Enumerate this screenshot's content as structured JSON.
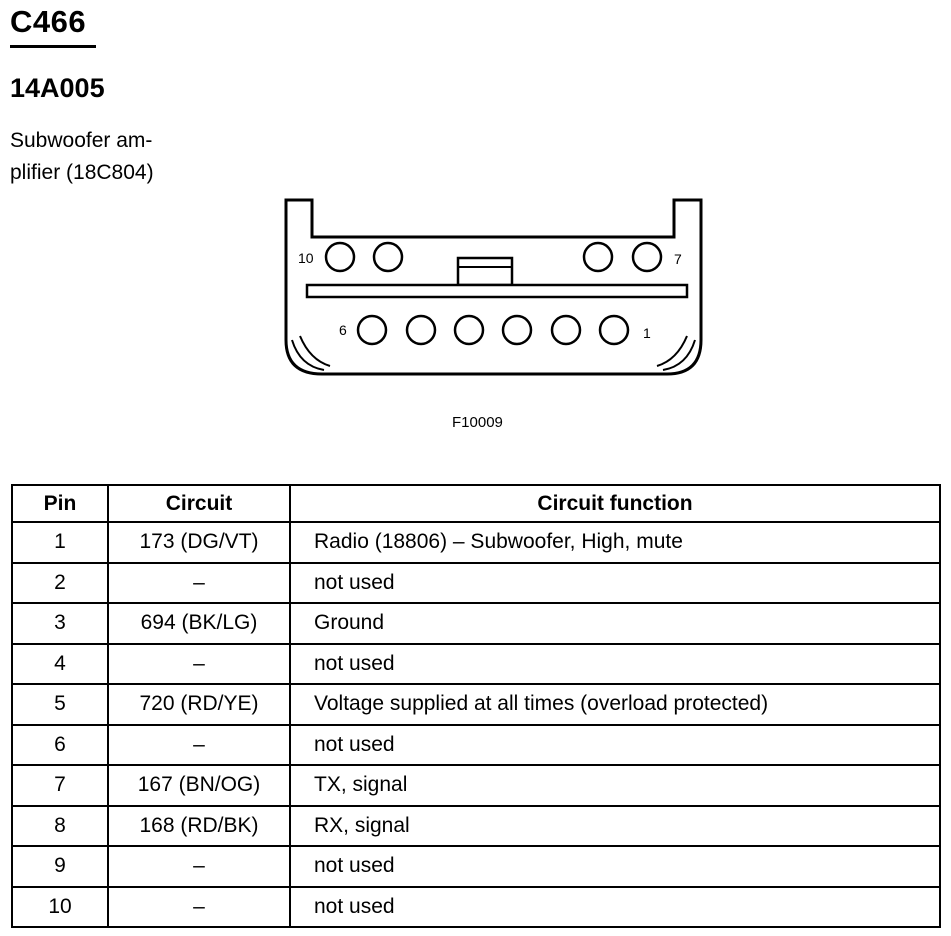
{
  "header": {
    "connector": "C466",
    "part_number": "14A005",
    "description_line1": "Subwoofer am-",
    "description_line2": "plifier (18C804)"
  },
  "diagram": {
    "pin_label_top_left": "10",
    "pin_label_top_right": "7",
    "pin_label_bottom_left": "6",
    "pin_label_bottom_right": "1",
    "figure_id": "F10009"
  },
  "table": {
    "headers": [
      "Pin",
      "Circuit",
      "Circuit function"
    ],
    "rows": [
      {
        "pin": "1",
        "circuit": "173 (DG/VT)",
        "function": "Radio (18806) – Subwoofer, High, mute"
      },
      {
        "pin": "2",
        "circuit": "–",
        "function": "not used"
      },
      {
        "pin": "3",
        "circuit": "694 (BK/LG)",
        "function": "Ground"
      },
      {
        "pin": "4",
        "circuit": "–",
        "function": "not used"
      },
      {
        "pin": "5",
        "circuit": "720 (RD/YE)",
        "function": "Voltage supplied at all times (overload protected)"
      },
      {
        "pin": "6",
        "circuit": "–",
        "function": "not used"
      },
      {
        "pin": "7",
        "circuit": "167 (BN/OG)",
        "function": "TX, signal"
      },
      {
        "pin": "8",
        "circuit": "168 (RD/BK)",
        "function": "RX, signal"
      },
      {
        "pin": "9",
        "circuit": "–",
        "function": "not used"
      },
      {
        "pin": "10",
        "circuit": "–",
        "function": "not used"
      }
    ]
  }
}
